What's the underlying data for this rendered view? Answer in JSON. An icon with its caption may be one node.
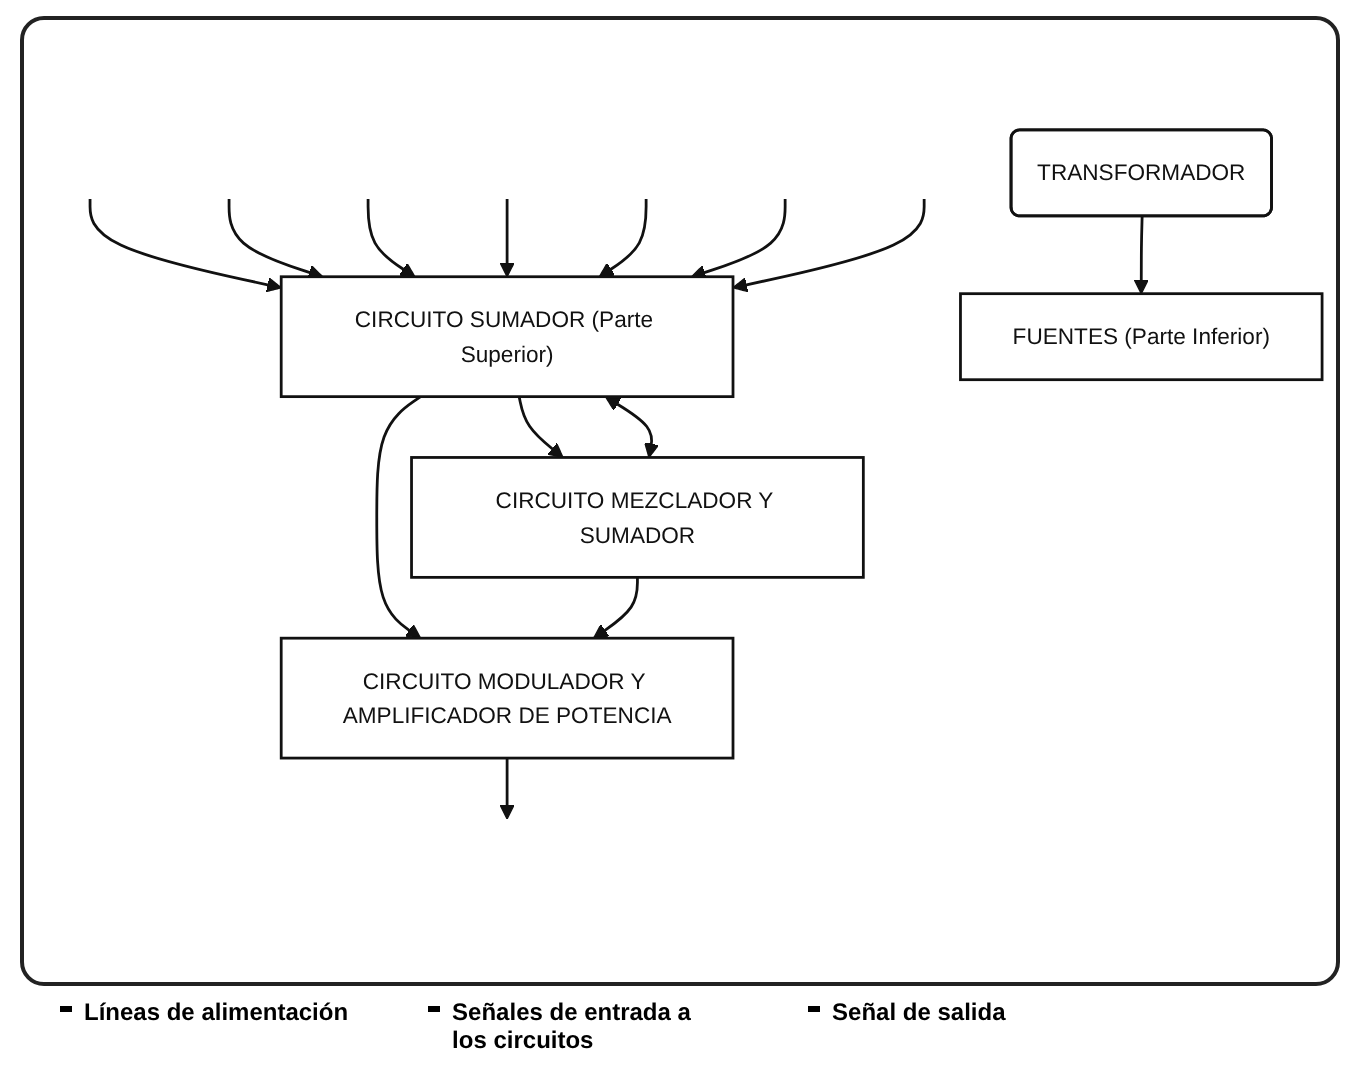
{
  "diagram": {
    "nodes": [
      {
        "text": [
          "TRANSFORMADOR"
        ]
      },
      {
        "text": [
          "CIRCUITO SUMADOR (Parte Superior)"
        ]
      },
      {
        "text": [
          "FUENTES (Parte Inferior)"
        ]
      },
      {
        "text": [
          "CIRCUITO MEZCLADOR Y SUMADOR"
        ]
      },
      {
        "text": [
          "CIRCUITO MODULADOR Y AMPLIFICADOR DE POTENCIA"
        ]
      }
    ],
    "edges": [
      {
        "from": null,
        "to": 1,
        "arrow": "to"
      },
      {
        "from": null,
        "to": 1,
        "arrow": "to"
      },
      {
        "from": null,
        "to": 1,
        "arrow": "to"
      },
      {
        "from": null,
        "to": 1,
        "arrow": "to"
      },
      {
        "from": null,
        "to": 1,
        "arrow": "to"
      },
      {
        "from": null,
        "to": 1,
        "arrow": "to"
      },
      {
        "from": null,
        "to": 1,
        "arrow": "to"
      },
      {
        "from": 0,
        "to": 2,
        "arrow": "to"
      },
      {
        "from": 1,
        "to": 3,
        "arrow": "to"
      },
      {
        "from": 1,
        "to": 3,
        "arrow": "both"
      },
      {
        "from": 1,
        "to": 4,
        "arrow": "to"
      },
      {
        "from": 3,
        "to": 4,
        "arrow": "to"
      },
      {
        "from": 4,
        "to": null,
        "arrow": "to"
      }
    ],
    "legend": [
      {
        "text": "Líneas de alimentación"
      },
      {
        "text": "Señales de entrada a los circuitos"
      },
      {
        "text": "Señal de salida"
      }
    ]
  }
}
